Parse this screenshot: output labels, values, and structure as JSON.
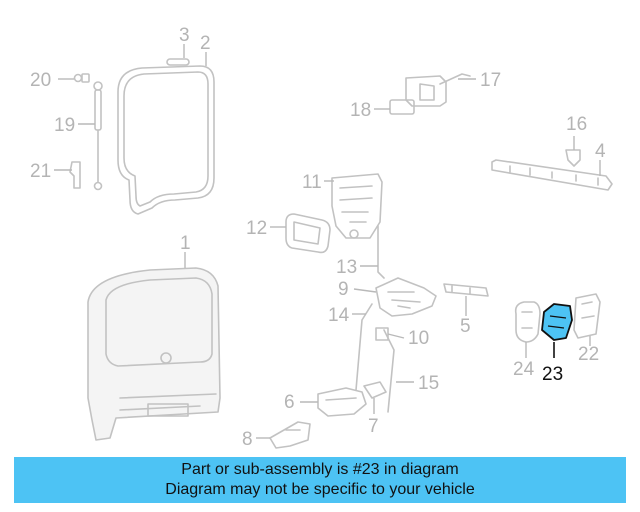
{
  "callouts": [
    {
      "id": "c1",
      "label": "1"
    },
    {
      "id": "c2",
      "label": "2"
    },
    {
      "id": "c3",
      "label": "3"
    },
    {
      "id": "c4",
      "label": "4"
    },
    {
      "id": "c5",
      "label": "5"
    },
    {
      "id": "c6",
      "label": "6"
    },
    {
      "id": "c7",
      "label": "7"
    },
    {
      "id": "c8",
      "label": "8"
    },
    {
      "id": "c9",
      "label": "9"
    },
    {
      "id": "c10",
      "label": "10"
    },
    {
      "id": "c11",
      "label": "11"
    },
    {
      "id": "c12",
      "label": "12"
    },
    {
      "id": "c13",
      "label": "13"
    },
    {
      "id": "c14",
      "label": "14"
    },
    {
      "id": "c15",
      "label": "15"
    },
    {
      "id": "c16",
      "label": "16"
    },
    {
      "id": "c17",
      "label": "17"
    },
    {
      "id": "c18",
      "label": "18"
    },
    {
      "id": "c19",
      "label": "19"
    },
    {
      "id": "c20",
      "label": "20"
    },
    {
      "id": "c21",
      "label": "21"
    },
    {
      "id": "c22",
      "label": "22"
    },
    {
      "id": "c23",
      "label": "23",
      "highlighted": true
    },
    {
      "id": "c24",
      "label": "24"
    }
  ],
  "caption": {
    "line1": "Part or sub-assembly is #23 in diagram",
    "line2": "Diagram may not be specific to your vehicle"
  },
  "colors": {
    "caption_background": "#4dc3f4",
    "highlight_part": "#4dc3f4",
    "faded_part": "#c2c2c2"
  }
}
